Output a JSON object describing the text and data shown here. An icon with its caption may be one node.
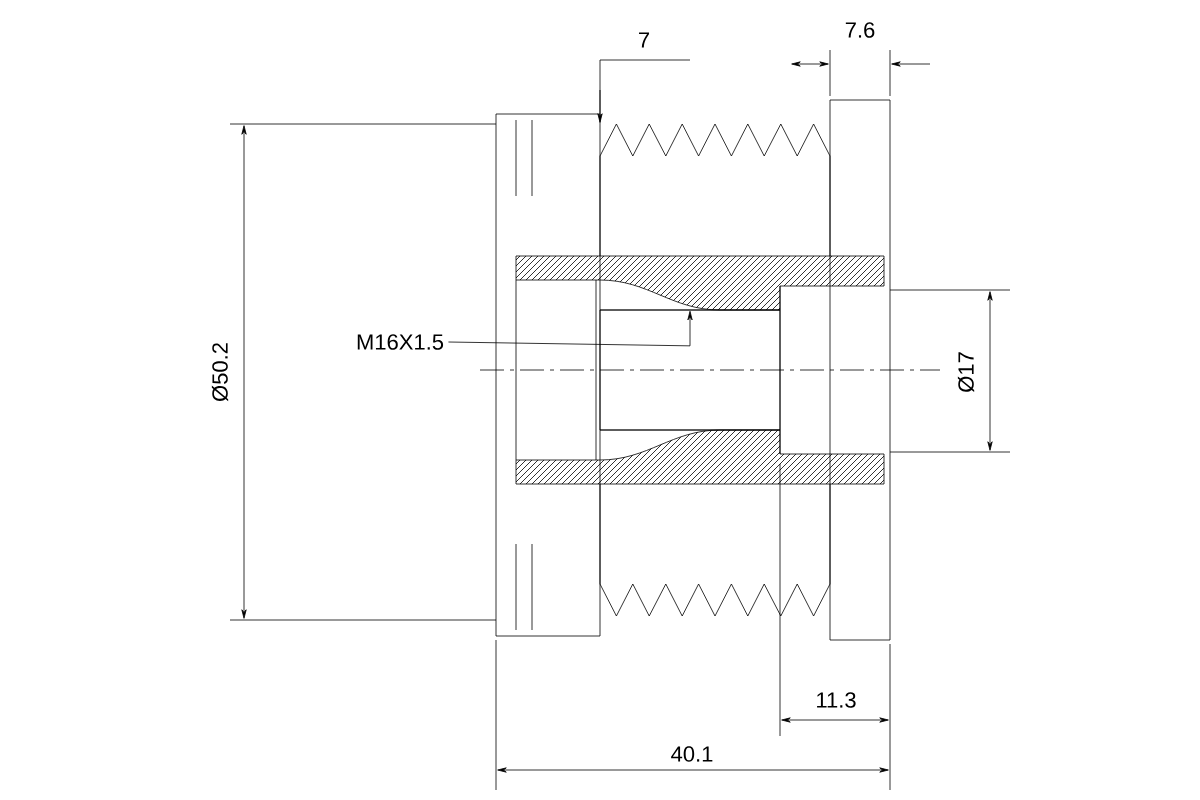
{
  "diagram": {
    "nodes": [
      {
        "text": [
          "M16X1.5"
        ]
      },
      {
        "text": [],
        "shape": "box"
      }
    ],
    "edges": [
      {
        "from": 0,
        "to": 1,
        "arrow": "to"
      }
    ],
    "labels": [
      "7",
      "7.6",
      "Ø50.2",
      "Ø17",
      "11.3",
      "40.1"
    ]
  }
}
